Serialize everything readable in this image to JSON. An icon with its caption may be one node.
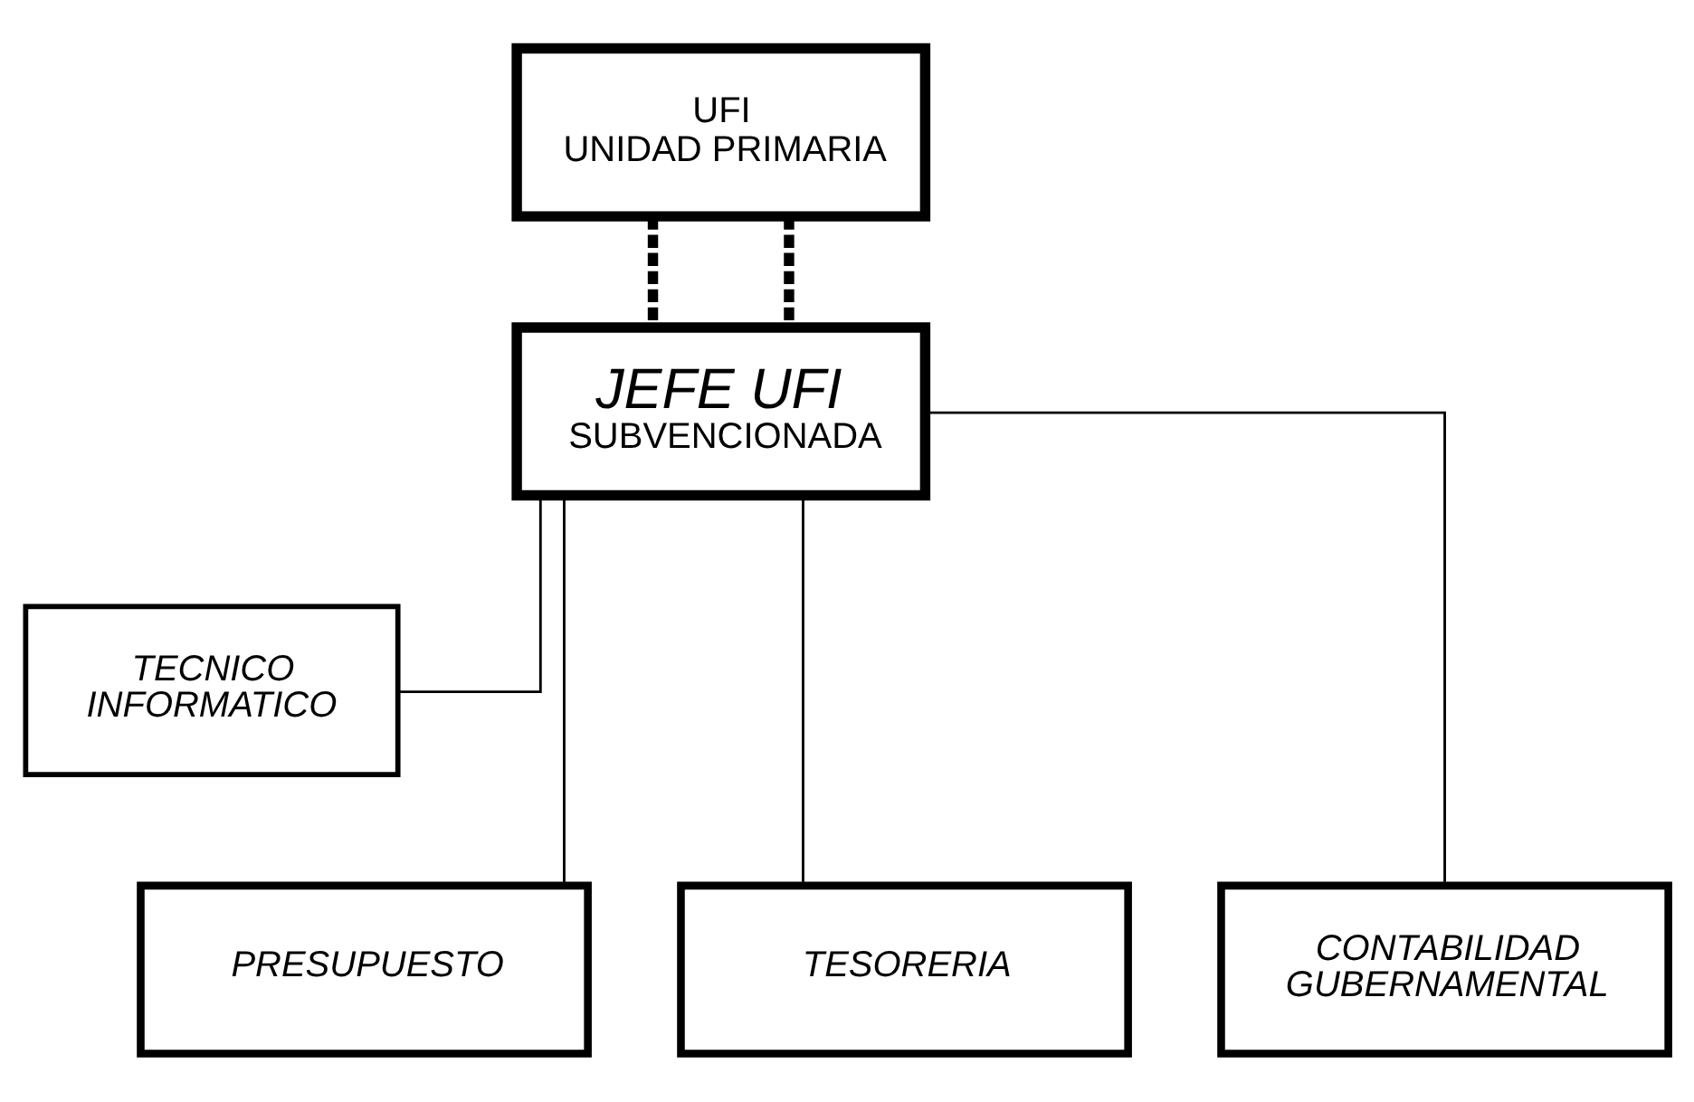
{
  "diagram": {
    "nodes": [
      {
        "text": [
          "UFI UNIDAD PRIMARIA"
        ]
      },
      {
        "text": [
          "JEFE UFI",
          "SUBVENCIONADA"
        ]
      },
      {
        "text": [
          "TECNICO INFORMATICO"
        ]
      },
      {
        "text": [
          "PRESUPUESTO"
        ]
      },
      {
        "text": [
          "TESORERIA"
        ]
      },
      {
        "text": [
          "CONTABILIDAD GUBERNAMENTAL"
        ]
      }
    ],
    "edges": [
      {
        "from": 0,
        "to": 1,
        "arrow": "none",
        "style": "dashed"
      },
      {
        "from": 0,
        "to": 1,
        "arrow": "none",
        "style": "dashed"
      },
      {
        "from": 1,
        "to": 2,
        "arrow": "none"
      },
      {
        "from": 1,
        "to": 3,
        "arrow": "none"
      },
      {
        "from": 1,
        "to": 4,
        "arrow": "none"
      },
      {
        "from": 1,
        "to": 5,
        "arrow": "none"
      }
    ]
  }
}
